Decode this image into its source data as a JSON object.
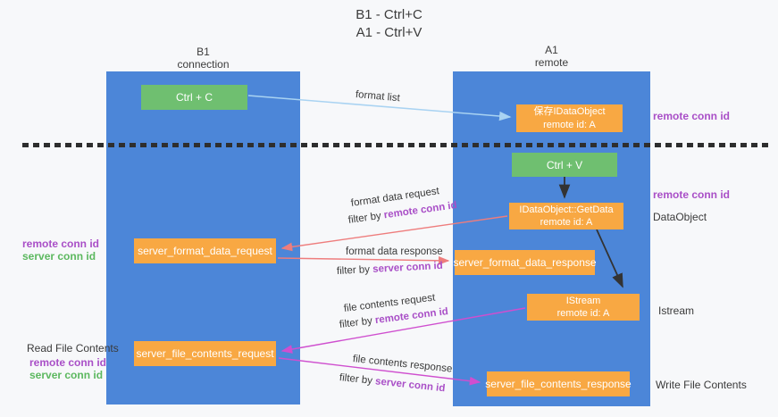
{
  "title": {
    "line1": "B1 - Ctrl+C",
    "line2": "A1 - Ctrl+V"
  },
  "columns": {
    "left": {
      "name": "B1",
      "subtitle": "connection"
    },
    "right": {
      "name": "A1",
      "subtitle": "remote"
    }
  },
  "boxes": {
    "ctrl_c": "Ctrl + C",
    "ctrl_v": "Ctrl + V",
    "save_dataobject": {
      "line1": "保存IDataObject",
      "line2": "remote id: A"
    },
    "getdata": {
      "line1": "IDataObject::GetData",
      "line2": "remote id: A"
    },
    "istream": {
      "line1": "IStream",
      "line2": "remote id: A"
    },
    "server_format_data_request": "server_format_data_request",
    "server_format_data_response": "server_format_data_response",
    "server_file_contents_request": "server_file_contents_request",
    "server_file_contents_response": "server_file_contents_response"
  },
  "arrow_labels": {
    "format_list": "format list",
    "format_data_request": "format data request",
    "format_data_response": "format data response",
    "file_contents_request": "file contents request",
    "file_contents_response": "file contents response",
    "filter_by": "filter by",
    "remote_conn_id": "remote conn id",
    "server_conn_id": "server conn id"
  },
  "side_labels": {
    "remote_conn_id": "remote conn id",
    "server_conn_id": "server conn id",
    "dataobject": "DataObject",
    "istream": "Istream",
    "read_file_contents": "Read File Contents",
    "write_file_contents": "Write File Contents"
  },
  "colors": {
    "column_blue": "#4c86d8",
    "box_green": "#6fbf70",
    "box_orange": "#f8a843",
    "arrow_lightblue": "#a9d3f2",
    "arrow_black": "#333333",
    "arrow_salmon": "#ee7d7d",
    "arrow_magenta": "#cf4fcf",
    "text_purple": "#a94fc7",
    "text_green": "#5cb85f",
    "background": "#f7f8fa"
  }
}
